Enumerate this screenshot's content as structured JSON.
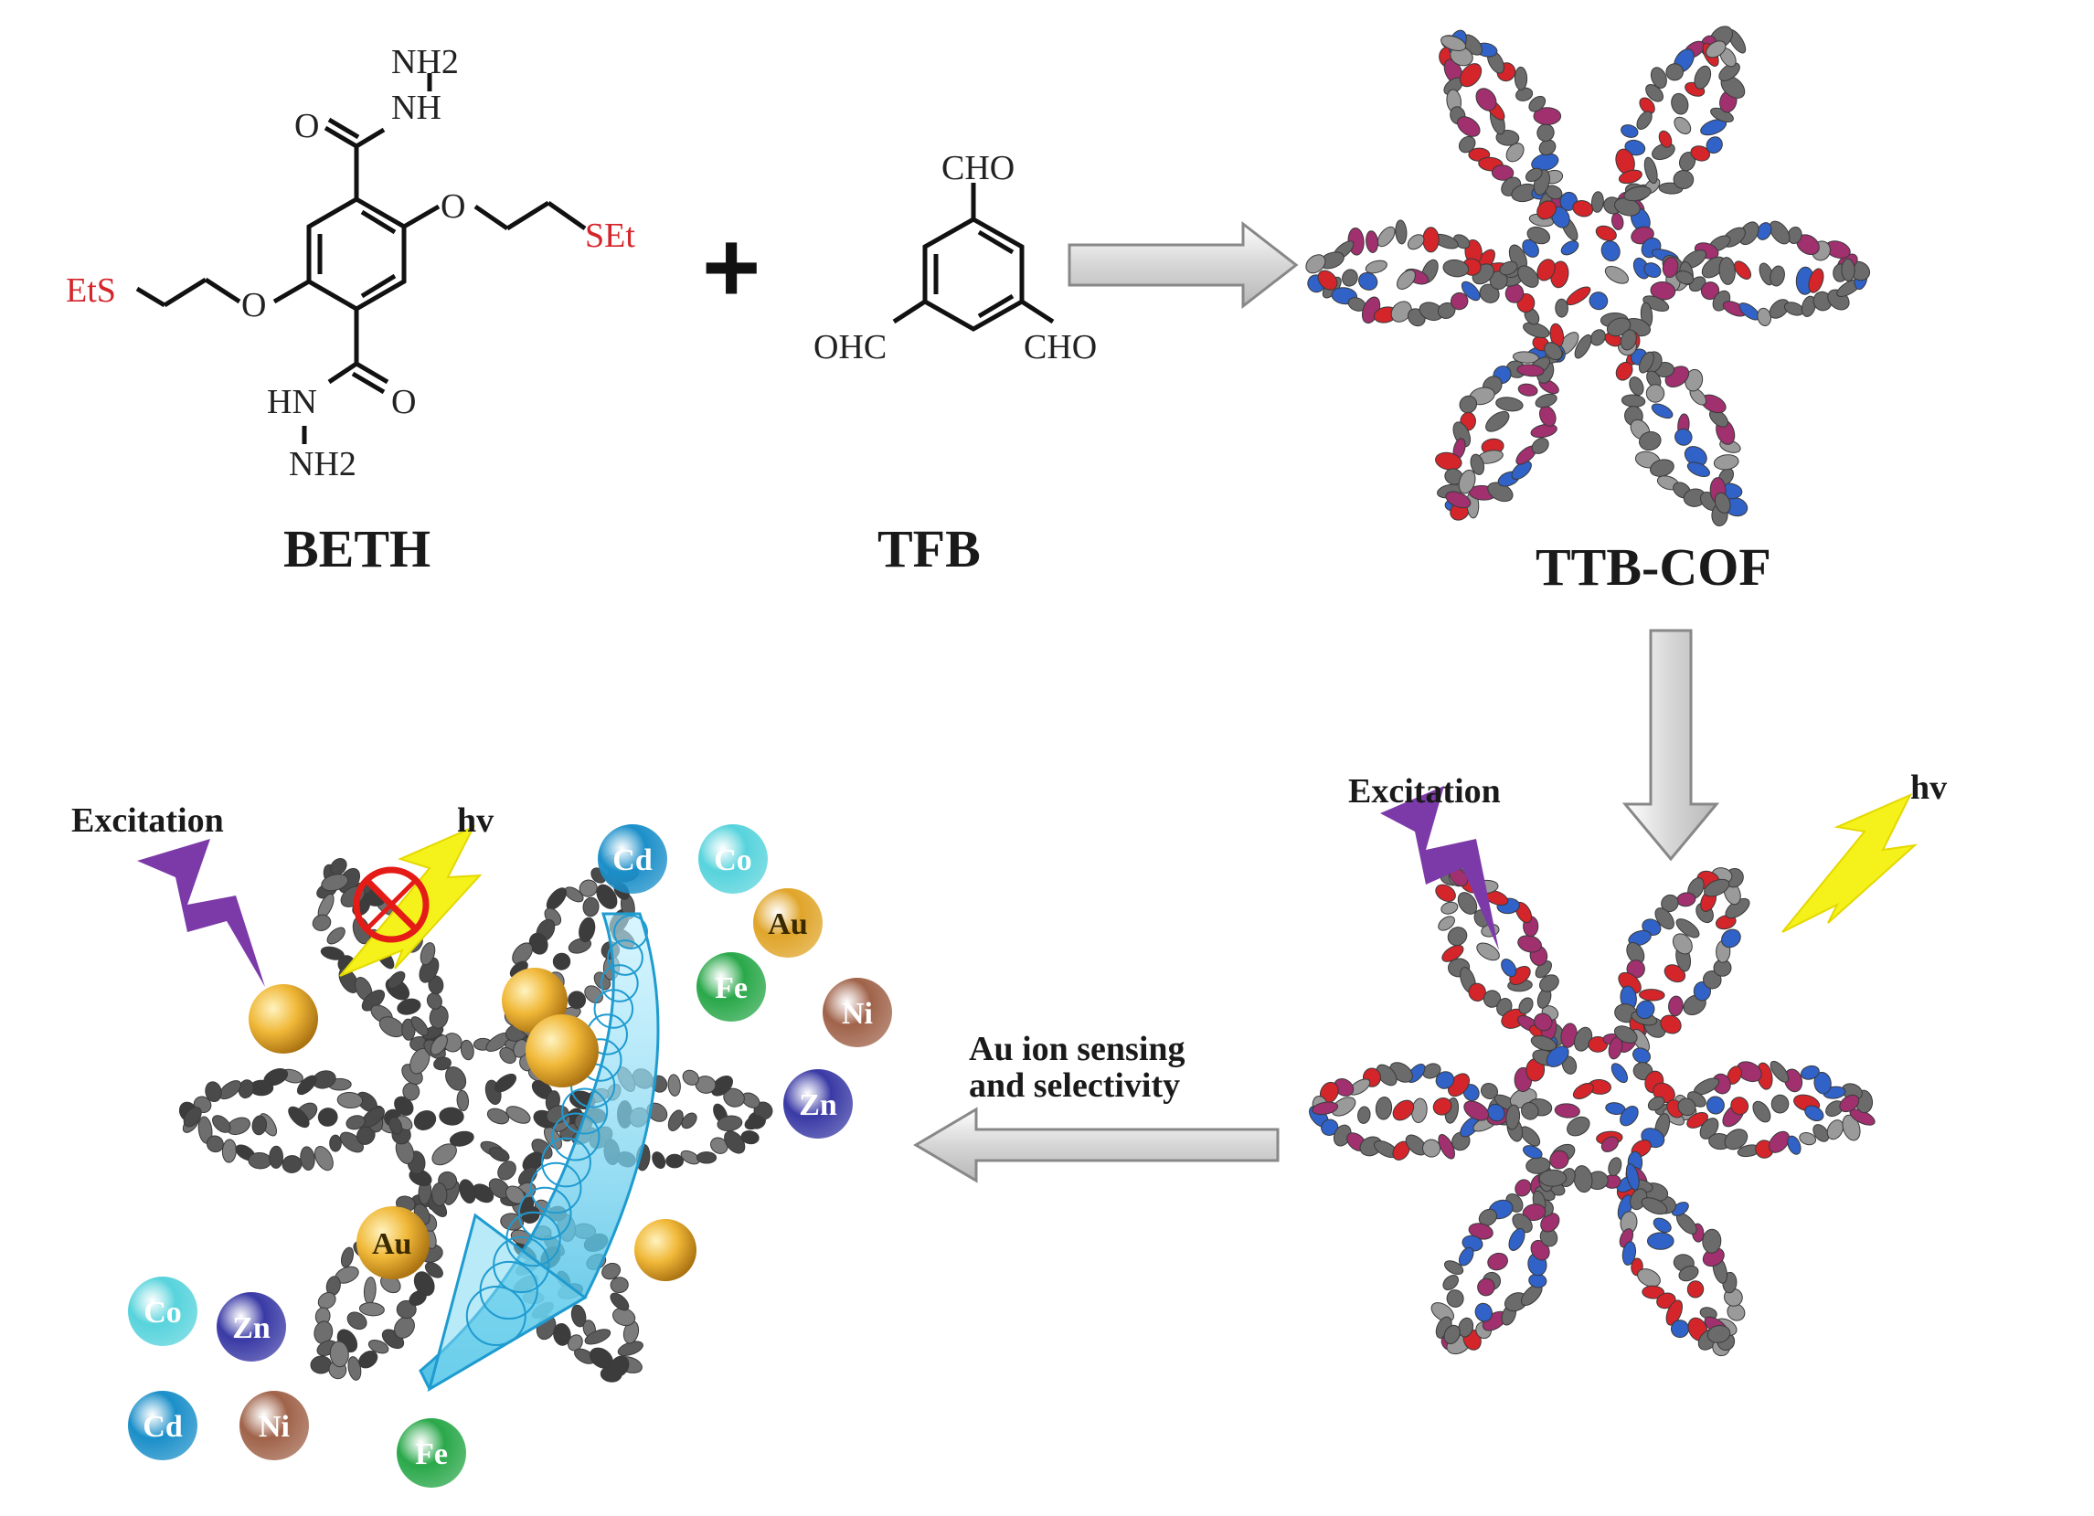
{
  "reactants": {
    "beth": {
      "label": "BETH",
      "groups": {
        "nh2_top": "NH2",
        "nh_top": "NH",
        "o_top": "O",
        "o_ether_right": "O",
        "set": "SEt",
        "ets": "EtS",
        "o_ether_left": "O",
        "hn_bottom": "HN",
        "o_bottom": "O",
        "nh2_bottom": "NH2"
      }
    },
    "plus": "+",
    "tfb": {
      "label": "TFB",
      "groups": {
        "cho_top": "CHO",
        "ohc_left": "OHC",
        "cho_right": "CHO"
      }
    }
  },
  "product": {
    "label": "TTB-COF"
  },
  "sensing_step": {
    "label_line1": "Au ion sensing",
    "label_line2": "and selectivity"
  },
  "right_panel": {
    "excitation": "Excitation",
    "emission": "hv"
  },
  "left_panel": {
    "excitation": "Excitation",
    "emission": "hv",
    "bound_ion": "Au",
    "ions": [
      {
        "symbol": "Cd",
        "color": "#1b8fc9"
      },
      {
        "symbol": "Co",
        "color": "#57d3dc"
      },
      {
        "symbol": "Au",
        "color": "#e0a52a"
      },
      {
        "symbol": "Fe",
        "color": "#2aa84a"
      },
      {
        "symbol": "Ni",
        "color": "#a0634a"
      },
      {
        "symbol": "Zn",
        "color": "#3a3aa6"
      },
      {
        "symbol": "Co",
        "color": "#57d3dc"
      },
      {
        "symbol": "Zn",
        "color": "#3a3aa6"
      },
      {
        "symbol": "Cd",
        "color": "#1b8fc9"
      },
      {
        "symbol": "Ni",
        "color": "#a0634a"
      },
      {
        "symbol": "Fe",
        "color": "#2aa84a"
      }
    ]
  },
  "colors": {
    "red_atom": "#d4252b",
    "blue_atom": "#3062c8",
    "magenta_atom": "#a0306e",
    "gray_atom": "#6b6b6b",
    "excitation": "#7c3aa8",
    "emission": "#f4f21a",
    "arrow_fill": "#e6e6e6"
  }
}
